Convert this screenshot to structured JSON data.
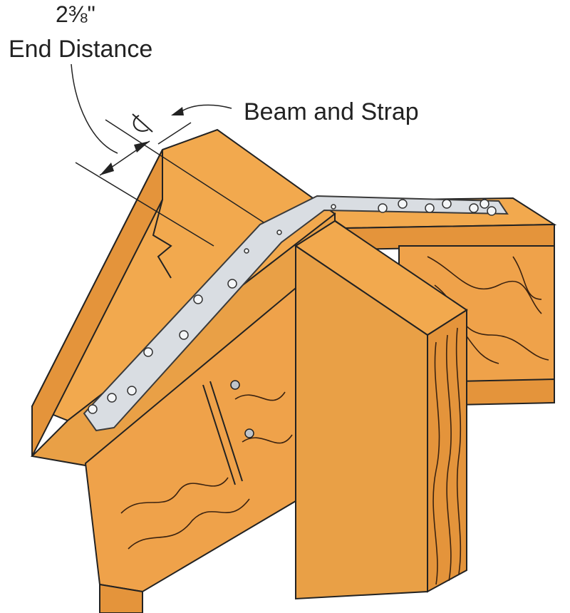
{
  "callouts": {
    "end_distance_value": "2⅜\"",
    "end_distance_label": "End Distance",
    "beam_and_strap_label": "Beam and Strap"
  },
  "colors": {
    "wood_top": "#F2A94E",
    "wood_side": "#E4943B",
    "wood_dark": "#C97726",
    "grain": "#3a2210",
    "strap": "#D9DDE2",
    "strap_edge": "#3a3a3a",
    "line": "#222222"
  },
  "icons": [
    "centerline-symbol-icon",
    "arrowhead-icon"
  ]
}
